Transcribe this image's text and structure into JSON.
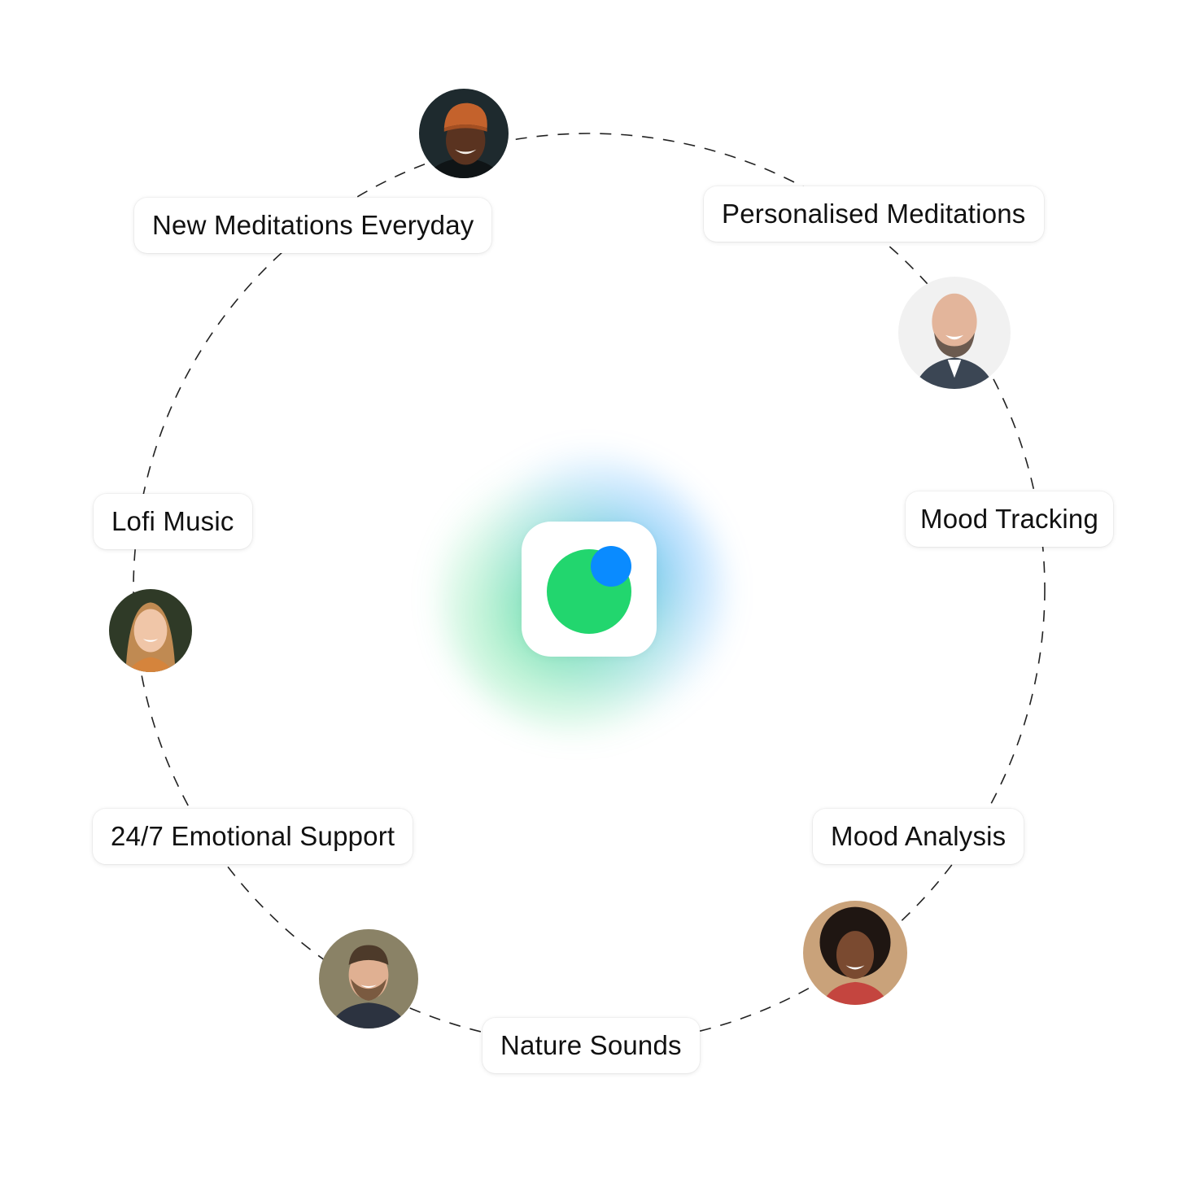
{
  "features": [
    {
      "id": "new-meditations",
      "label": "New Meditations Everyday"
    },
    {
      "id": "personalised-meditations",
      "label": "Personalised Meditations"
    },
    {
      "id": "lofi-music",
      "label": "Lofi Music"
    },
    {
      "id": "mood-tracking",
      "label": "Mood Tracking"
    },
    {
      "id": "emotional-support",
      "label": "24/7 Emotional Support"
    },
    {
      "id": "mood-analysis",
      "label": "Mood Analysis"
    },
    {
      "id": "nature-sounds",
      "label": "Nature Sounds"
    }
  ],
  "colors": {
    "app_green": "#22d66e",
    "app_blue": "#0a8bff",
    "orbit_line": "#222222"
  },
  "icons": {
    "center": "app-logo-icon"
  }
}
